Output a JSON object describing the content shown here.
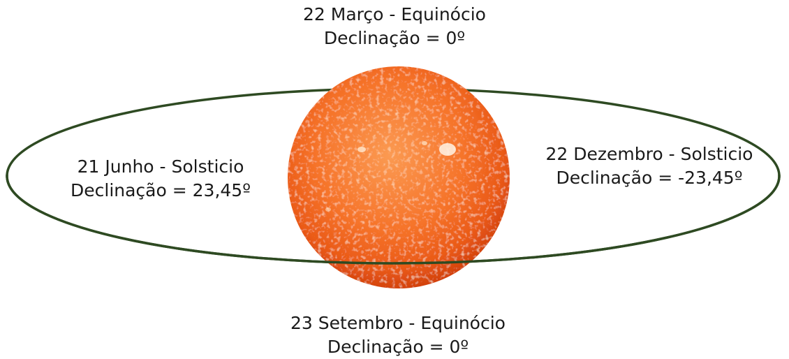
{
  "diagram": {
    "seasons": {
      "march": {
        "line1": "22 Março - Equinócio",
        "line2": "Declinação = 0º"
      },
      "june": {
        "line1": "21 Junho - Solsticio",
        "line2": "Declinação = 23,45º"
      },
      "december": {
        "line1": "22 Dezembro - Solsticio",
        "line2": "Declinação = -23,45º"
      },
      "september": {
        "line1": "23 Setembro - Equinócio",
        "line2": "Declinação = 0º"
      }
    },
    "colors": {
      "orbit": "#2e4a22",
      "sun_core": "#fb8a3e",
      "sun_mid": "#f26a1c",
      "sun_edge": "#d84410"
    },
    "icons": {
      "sun": "sun-icon"
    }
  }
}
